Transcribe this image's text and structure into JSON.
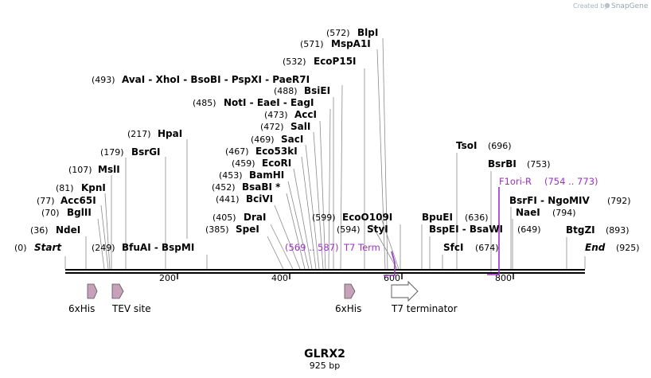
{
  "credit": {
    "prefix": "Created by",
    "brand": "SnapGene"
  },
  "map": {
    "title": "GLRX2",
    "subtitle": "925 bp",
    "length": 925,
    "ticks": [
      "200",
      "400",
      "600",
      "800"
    ]
  },
  "sites": [
    {
      "pos": "(0)",
      "name": "Start",
      "italic": true
    },
    {
      "pos": "(36)",
      "name": "NdeI"
    },
    {
      "pos": "(70)",
      "name": "BglII"
    },
    {
      "pos": "(77)",
      "name": "Acc65I"
    },
    {
      "pos": "(81)",
      "name": "KpnI"
    },
    {
      "pos": "(107)",
      "name": "MslI"
    },
    {
      "pos": "(179)",
      "name": "BsrGI"
    },
    {
      "pos": "(217)",
      "name": "HpaI"
    },
    {
      "pos": "(249)",
      "name": "BfuAI - BspMI"
    },
    {
      "pos": "(385)",
      "name": "SpeI"
    },
    {
      "pos": "(405)",
      "name": "DraI"
    },
    {
      "pos": "(441)",
      "name": "BciVI"
    },
    {
      "pos": "(452)",
      "name": "BsaBI *"
    },
    {
      "pos": "(453)",
      "name": "BamHI"
    },
    {
      "pos": "(459)",
      "name": "EcoRI"
    },
    {
      "pos": "(467)",
      "name": "Eco53kI"
    },
    {
      "pos": "(469)",
      "name": "SacI"
    },
    {
      "pos": "(472)",
      "name": "SalI"
    },
    {
      "pos": "(473)",
      "name": "AccI"
    },
    {
      "pos": "(485)",
      "name": "NotI - EaeI - EagI"
    },
    {
      "pos": "(488)",
      "name": "BsiEI"
    },
    {
      "pos": "(493)",
      "name": "AvaI - XhoI - BsoBI - PspXI - PaeR7I"
    },
    {
      "pos": "(532)",
      "name": "EcoP15I"
    },
    {
      "pos": "(571)",
      "name": "MspA1I"
    },
    {
      "pos": "(572)",
      "name": "BlpI"
    },
    {
      "pos": "(594)",
      "name": "StyI"
    },
    {
      "pos": "(599)",
      "name": "EcoO109I"
    },
    {
      "pos": "(636)",
      "name": "BpuEI"
    },
    {
      "pos": "(649)",
      "name": "BspEI - BsaWI"
    },
    {
      "pos": "(674)",
      "name": "SfcI"
    },
    {
      "pos": "(696)",
      "name": "TsoI"
    },
    {
      "pos": "(753)",
      "name": "BsrBI"
    },
    {
      "pos": "(792)",
      "name": "BsrFI - NgoMIV"
    },
    {
      "pos": "(794)",
      "name": "NaeI"
    },
    {
      "pos": "(893)",
      "name": "BtgZI"
    },
    {
      "pos": "(925)",
      "name": "End",
      "italic": true
    }
  ],
  "primers": [
    {
      "range": "(569 .. 587)",
      "name": "T7 Term"
    },
    {
      "name": "F1ori-R",
      "range": "(754 .. 773)"
    }
  ],
  "features": [
    {
      "name": "6xHis",
      "kind": "arrow"
    },
    {
      "name": "TEV site",
      "kind": "arrow"
    },
    {
      "name": "6xHis",
      "kind": "arrow"
    },
    {
      "name": "T7 terminator",
      "kind": "outline-arrow"
    }
  ],
  "colors": {
    "feature": "#c7a0b9",
    "primer": "#9b30c8",
    "line": "#000000",
    "leader": "#8a8a8a"
  }
}
